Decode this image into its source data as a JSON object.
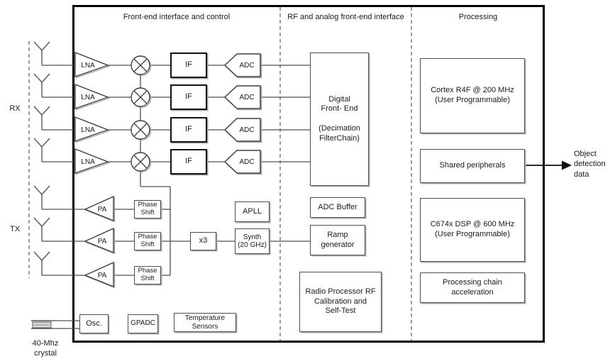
{
  "sections": {
    "frontend": "Front-end interface and control",
    "rf": "RF and analog front-end interface",
    "processing": "Processing"
  },
  "labels": {
    "rx": "RX",
    "tx": "TX",
    "lna": "LNA",
    "pa": "PA",
    "if": "IF",
    "adc": "ADC",
    "phase_shift": "Phase\nShift",
    "x3": "x3",
    "apll": "APLL",
    "synth": "Synth\n(20 GHz)",
    "digital_front_end": "Digital\nFront- End\n\n(Decimation\nFilterChain)",
    "adc_buffer": "ADC Buffer",
    "ramp_generator": "Ramp\ngenerator",
    "radio_processor": "Radio Processor RF\nCalibration and\nSelf-Test",
    "cortex": "Cortex R4F @ 200 MHz\n(User Programmable)",
    "shared_peripherals": "Shared peripherals",
    "dsp": "C674x DSP @ 600 MHz\n(User Programmable)",
    "processing_chain": "Processing chain\nacceleration",
    "osc": "Osc.",
    "gpadc": "GPADC",
    "temperature_sensors": "Temperature\nSensors",
    "crystal": "40-Mhz\ncrystal",
    "output": "Object\ndetection\ndata"
  },
  "colors": {
    "wire": "#4f4f4f",
    "shape_stroke": "#3f3f3f",
    "shadow": "#a8a8a8",
    "bold_border": "#111111",
    "dashed": "#666666",
    "arrow": "#0d0d0d",
    "background": "#ffffff",
    "text": "#1a1a1a"
  }
}
